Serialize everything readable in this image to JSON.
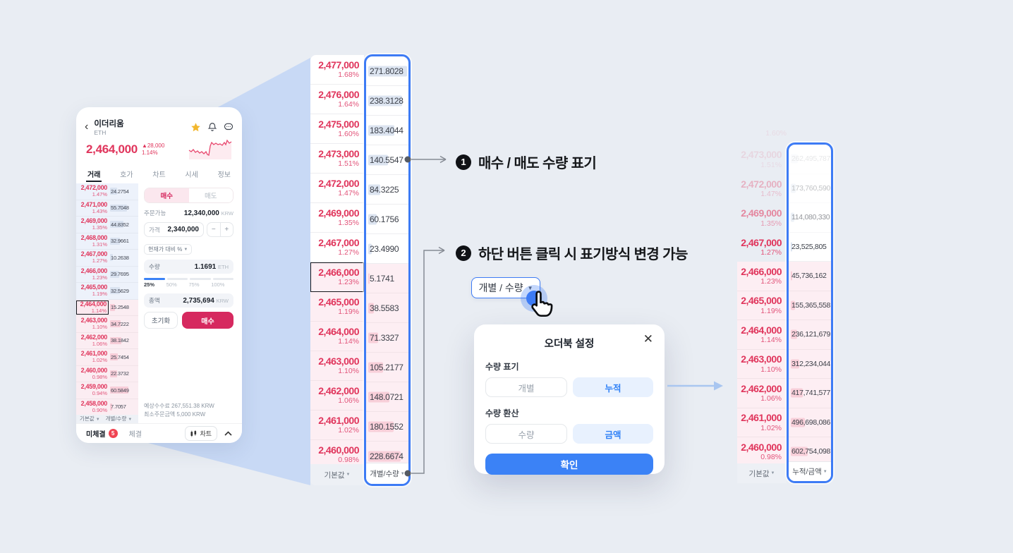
{
  "colors": {
    "bg": "#e9edf3",
    "beam": "#adc8f6",
    "price_red": "#e0355c",
    "primary_blue": "#3b82f6",
    "highlight_border": "#3d7bf5",
    "buy_button": "#d6295f",
    "sell_bar": "#dce4f0",
    "buy_bar": "#f8cfd9"
  },
  "phone": {
    "header": {
      "title": "이더리움",
      "symbol": "ETH"
    },
    "price": {
      "value": "2,464,000",
      "change_arrow": "▲",
      "change": "28,000",
      "change_pct": "1.14%"
    },
    "tabs": [
      {
        "label": "거래"
      },
      {
        "label": "호가"
      },
      {
        "label": "차트"
      },
      {
        "label": "시세"
      },
      {
        "label": "정보"
      }
    ],
    "orderbook": {
      "rows": [
        {
          "price": "2,472,000",
          "pct": "1.47%",
          "qty": "24.2754",
          "side": "sell"
        },
        {
          "price": "2,471,000",
          "pct": "1.43%",
          "qty": "55.7048",
          "side": "sell"
        },
        {
          "price": "2,469,000",
          "pct": "1.35%",
          "qty": "44.8352",
          "side": "sell"
        },
        {
          "price": "2,468,000",
          "pct": "1.31%",
          "qty": "32.9661",
          "side": "sell"
        },
        {
          "price": "2,467,000",
          "pct": "1.27%",
          "qty": "10.2638",
          "side": "sell"
        },
        {
          "price": "2,466,000",
          "pct": "1.23%",
          "qty": "29.7695",
          "side": "sell"
        },
        {
          "price": "2,465,000",
          "pct": "1.19%",
          "qty": "32.5629",
          "side": "sell"
        },
        {
          "price": "2,464,000",
          "pct": "1.14%",
          "qty": "15.2548",
          "side": "buy",
          "current": true
        },
        {
          "price": "2,463,000",
          "pct": "1.10%",
          "qty": "34.7222",
          "side": "buy"
        },
        {
          "price": "2,462,000",
          "pct": "1.06%",
          "qty": "38.1842",
          "side": "buy"
        },
        {
          "price": "2,461,000",
          "pct": "1.02%",
          "qty": "25.7454",
          "side": "buy"
        },
        {
          "price": "2,460,000",
          "pct": "0.98%",
          "qty": "22.3732",
          "side": "buy"
        },
        {
          "price": "2,459,000",
          "pct": "0.94%",
          "qty": "60.5849",
          "side": "buy"
        },
        {
          "price": "2,458,000",
          "pct": "0.90%",
          "qty": "7.7057",
          "side": "buy"
        }
      ],
      "footer_left": "기본값",
      "footer_right": "개별/수량"
    },
    "trade_panel": {
      "buy_tab": "매수",
      "sell_tab": "매도",
      "available_label": "주문가능",
      "available_value": "12,340,000",
      "currency": "KRW",
      "price_label": "가격",
      "price_value": "2,340,000",
      "minus": "−",
      "plus": "+",
      "price_mode": "현재가 대비 %",
      "qty_label": "수량",
      "qty_value": "1.1691",
      "qty_unit": "ETH",
      "slider_labels": [
        "25%",
        "50%",
        "75%",
        "100%"
      ],
      "total_label": "총액",
      "total_value": "2,735,694",
      "reset_label": "초기화",
      "buy_label": "매수",
      "fee_line": "예상수수료 267,551.38 KRW",
      "min_line": "최소주문금액 5,000 KRW"
    },
    "bottom_bar": {
      "open_orders": "미체결",
      "badge": "5",
      "filled": "체결",
      "chart": "차트"
    }
  },
  "mid_orderbook": {
    "rows": [
      {
        "price": "2,477,000",
        "pct": "1.68%",
        "qty": "271.8028",
        "side": "sell"
      },
      {
        "price": "2,476,000",
        "pct": "1.64%",
        "qty": "238.3128",
        "side": "sell"
      },
      {
        "price": "2,475,000",
        "pct": "1.60%",
        "qty": "183.4044",
        "side": "sell"
      },
      {
        "price": "2,473,000",
        "pct": "1.51%",
        "qty": "140.5547",
        "side": "sell"
      },
      {
        "price": "2,472,000",
        "pct": "1.47%",
        "qty": "84.3225",
        "side": "sell"
      },
      {
        "price": "2,469,000",
        "pct": "1.35%",
        "qty": "60.1756",
        "side": "sell"
      },
      {
        "price": "2,467,000",
        "pct": "1.27%",
        "qty": "23.4990",
        "side": "sell"
      },
      {
        "price": "2,466,000",
        "pct": "1.23%",
        "qty": "5.1741",
        "side": "buy",
        "current": true
      },
      {
        "price": "2,465,000",
        "pct": "1.19%",
        "qty": "38.5583",
        "side": "buy"
      },
      {
        "price": "2,464,000",
        "pct": "1.14%",
        "qty": "71.3327",
        "side": "buy"
      },
      {
        "price": "2,463,000",
        "pct": "1.10%",
        "qty": "105.2177",
        "side": "buy"
      },
      {
        "price": "2,462,000",
        "pct": "1.06%",
        "qty": "148.0721",
        "side": "buy"
      },
      {
        "price": "2,461,000",
        "pct": "1.02%",
        "qty": "180.1552",
        "side": "buy"
      },
      {
        "price": "2,460,000",
        "pct": "0.98%",
        "qty": "228.6674",
        "side": "buy"
      }
    ],
    "footer_left": "기본값",
    "footer_right": "개별/수량"
  },
  "right_orderbook": {
    "partial_top_pct": "1.60%",
    "rows": [
      {
        "price": "2,473,000",
        "pct": "1.51%",
        "qty": "262,495,787",
        "side": "sell"
      },
      {
        "price": "2,472,000",
        "pct": "1.47%",
        "qty": "173,760,590",
        "side": "sell"
      },
      {
        "price": "2,469,000",
        "pct": "1.35%",
        "qty": "114,080,330",
        "side": "sell"
      },
      {
        "price": "2,467,000",
        "pct": "1.27%",
        "qty": "23,525,805",
        "side": "sell"
      },
      {
        "price": "2,466,000",
        "pct": "1.23%",
        "qty": "45,736,162",
        "side": "buy"
      },
      {
        "price": "2,465,000",
        "pct": "1.19%",
        "qty": "155,365,558",
        "side": "buy"
      },
      {
        "price": "2,464,000",
        "pct": "1.14%",
        "qty": "236,121,679",
        "side": "buy"
      },
      {
        "price": "2,463,000",
        "pct": "1.10%",
        "qty": "312,234,044",
        "side": "buy"
      },
      {
        "price": "2,462,000",
        "pct": "1.06%",
        "qty": "417,741,577",
        "side": "buy"
      },
      {
        "price": "2,461,000",
        "pct": "1.02%",
        "qty": "496,698,086",
        "side": "buy"
      },
      {
        "price": "2,460,000",
        "pct": "0.98%",
        "qty": "602,754,098",
        "side": "buy"
      }
    ],
    "footer_left": "기본값",
    "footer_right": "누적/금액"
  },
  "annotations": [
    {
      "num": "1",
      "text": "매수 / 매도 수량 표기"
    },
    {
      "num": "2",
      "text": "하단 버튼 클릭 시 표기방식 변경 가능"
    }
  ],
  "toggle_button": {
    "label": "개별 / 수량"
  },
  "modal": {
    "title": "오더북 설정",
    "close": "✕",
    "sections": [
      {
        "label": "수량 표기",
        "options": [
          {
            "label": "개별",
            "selected": false
          },
          {
            "label": "누적",
            "selected": true
          }
        ]
      },
      {
        "label": "수량 환산",
        "options": [
          {
            "label": "수량",
            "selected": false
          },
          {
            "label": "금액",
            "selected": true
          }
        ]
      }
    ],
    "confirm": "확인"
  }
}
